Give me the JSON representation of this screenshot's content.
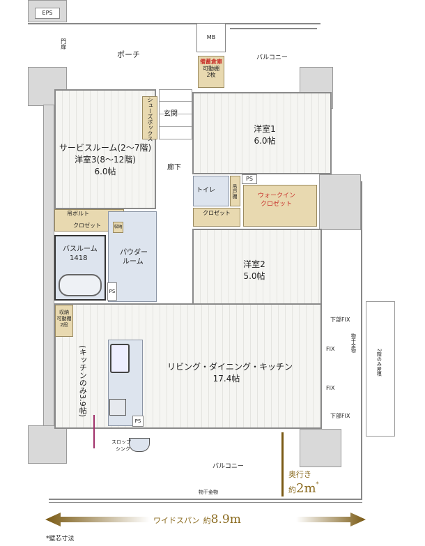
{
  "rooms": {
    "eps": "EPS",
    "gate": "門扉",
    "porch": "ポーチ",
    "mb": "MB",
    "storage_title": "備蓄倉庫",
    "storage_sub1": "可動棚",
    "storage_sub2": "2枚",
    "balcony_top": "バルコニー",
    "shoe_box": "シューズボックス",
    "entrance": "玄関",
    "service_room_line1": "サービスルーム(2〜7階)",
    "service_room_line2": "洋室3(8〜12階)",
    "service_room_size": "6.0帖",
    "hallway": "廊下",
    "western1_name": "洋室1",
    "western1_size": "6.0帖",
    "toilet": "トイレ",
    "toilet_cabinet": "吊戸棚",
    "ps_toilet": "PS",
    "wic_line1": "ウォークイン",
    "wic_line2": "クロゼット",
    "closet_toilet": "クロゼット",
    "bolt": "吊ボルト",
    "closet_service": "クロゼット",
    "storage_small": "収納",
    "bath_name": "バスルーム",
    "bath_size": "1418",
    "powder_line1": "パウダー",
    "powder_line2": "ルーム",
    "ps_powder": "PS",
    "western2_name": "洋室2",
    "western2_size": "5.0帖",
    "storage2_line1": "収納",
    "storage2_line2": "可動棚",
    "storage2_line3": "2段",
    "kitchen_only": "(キッチンのみ3.9帖)",
    "ldk_name": "リビング・ダイニング・キッチン",
    "ldk_size": "17.4帖",
    "ps_kitchen": "PS",
    "fix1": "下部FIX",
    "fix2": "FIX",
    "fix3": "FIX",
    "fix4": "下部FIX",
    "dryer_side": "物干金物",
    "roof_note": "2階のみ屋根",
    "slop_sink_1": "スロップ",
    "slop_sink_2": "シンク",
    "balcony_bottom": "バルコニー",
    "dryer_bottom": "物干金物"
  },
  "dimensions": {
    "depth_label": "奥行き",
    "depth_value_prefix": "約",
    "depth_value": "2m",
    "depth_mark": "*",
    "span_label": "ワイドスパン",
    "span_prefix": "約",
    "span_value": "8.9m",
    "footnote": "*壁芯寸法"
  },
  "colors": {
    "accent_gold": "#8a6a1e",
    "closet_tan": "#e8d9b0",
    "wet_area_blue": "#dde4ee",
    "label_red": "#c8312b"
  }
}
